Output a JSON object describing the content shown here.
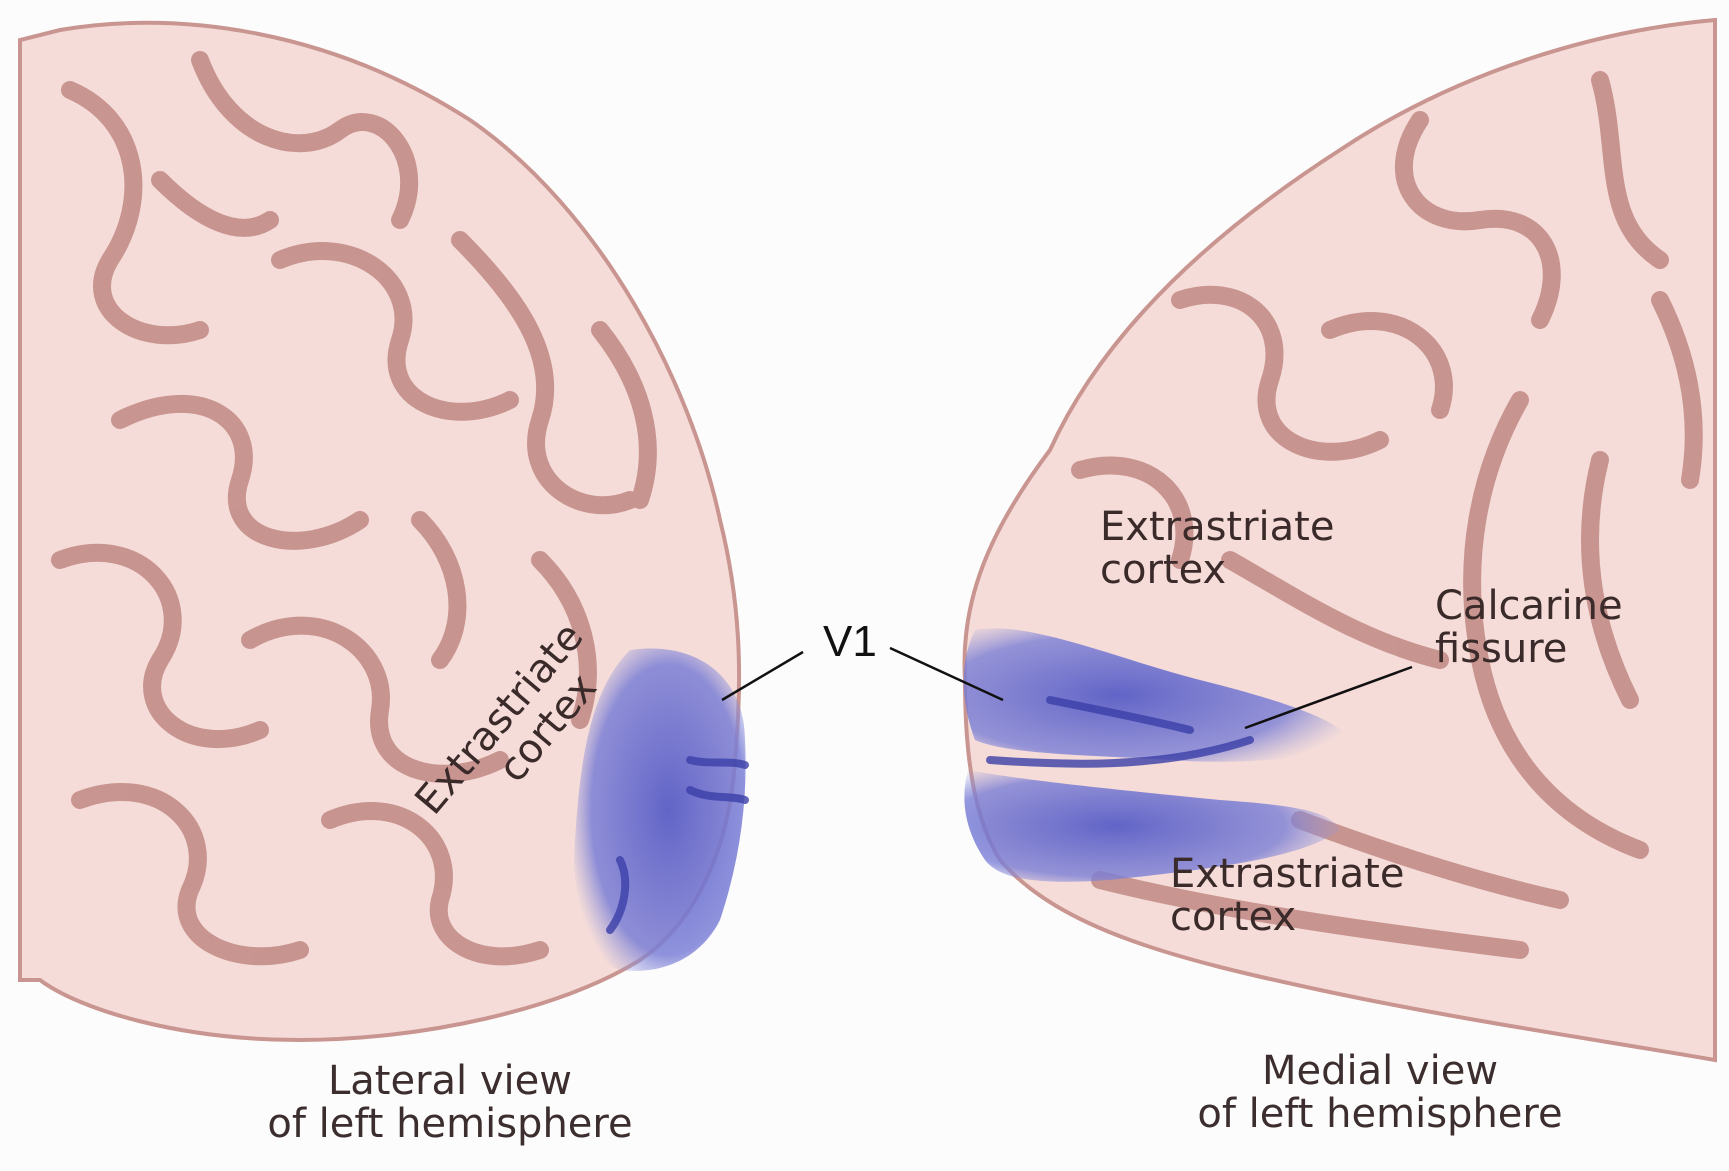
{
  "labels": {
    "extrastriate_lateral_line1": "Extrastriate",
    "extrastriate_lateral_line2": "cortex",
    "v1": "V1",
    "extrastriate_medial_top_line1": "Extrastriate",
    "extrastriate_medial_top_line2": "cortex",
    "calcarine_line1": "Calcarine",
    "calcarine_line2": "fissure",
    "extrastriate_medial_bottom_line1": "Extrastriate",
    "extrastriate_medial_bottom_line2": "cortex"
  },
  "captions": {
    "lateral_line1": "Lateral view",
    "lateral_line2": "of left hemisphere",
    "medial_line1": "Medial view",
    "medial_line2": "of left hemisphere"
  },
  "colors": {
    "brain_fill": "#f5dcd8",
    "sulcus": "#b97d78",
    "v1_region": "#6c6fd0",
    "v1_dark": "#3b3fa8",
    "leader_line": "#111111"
  }
}
